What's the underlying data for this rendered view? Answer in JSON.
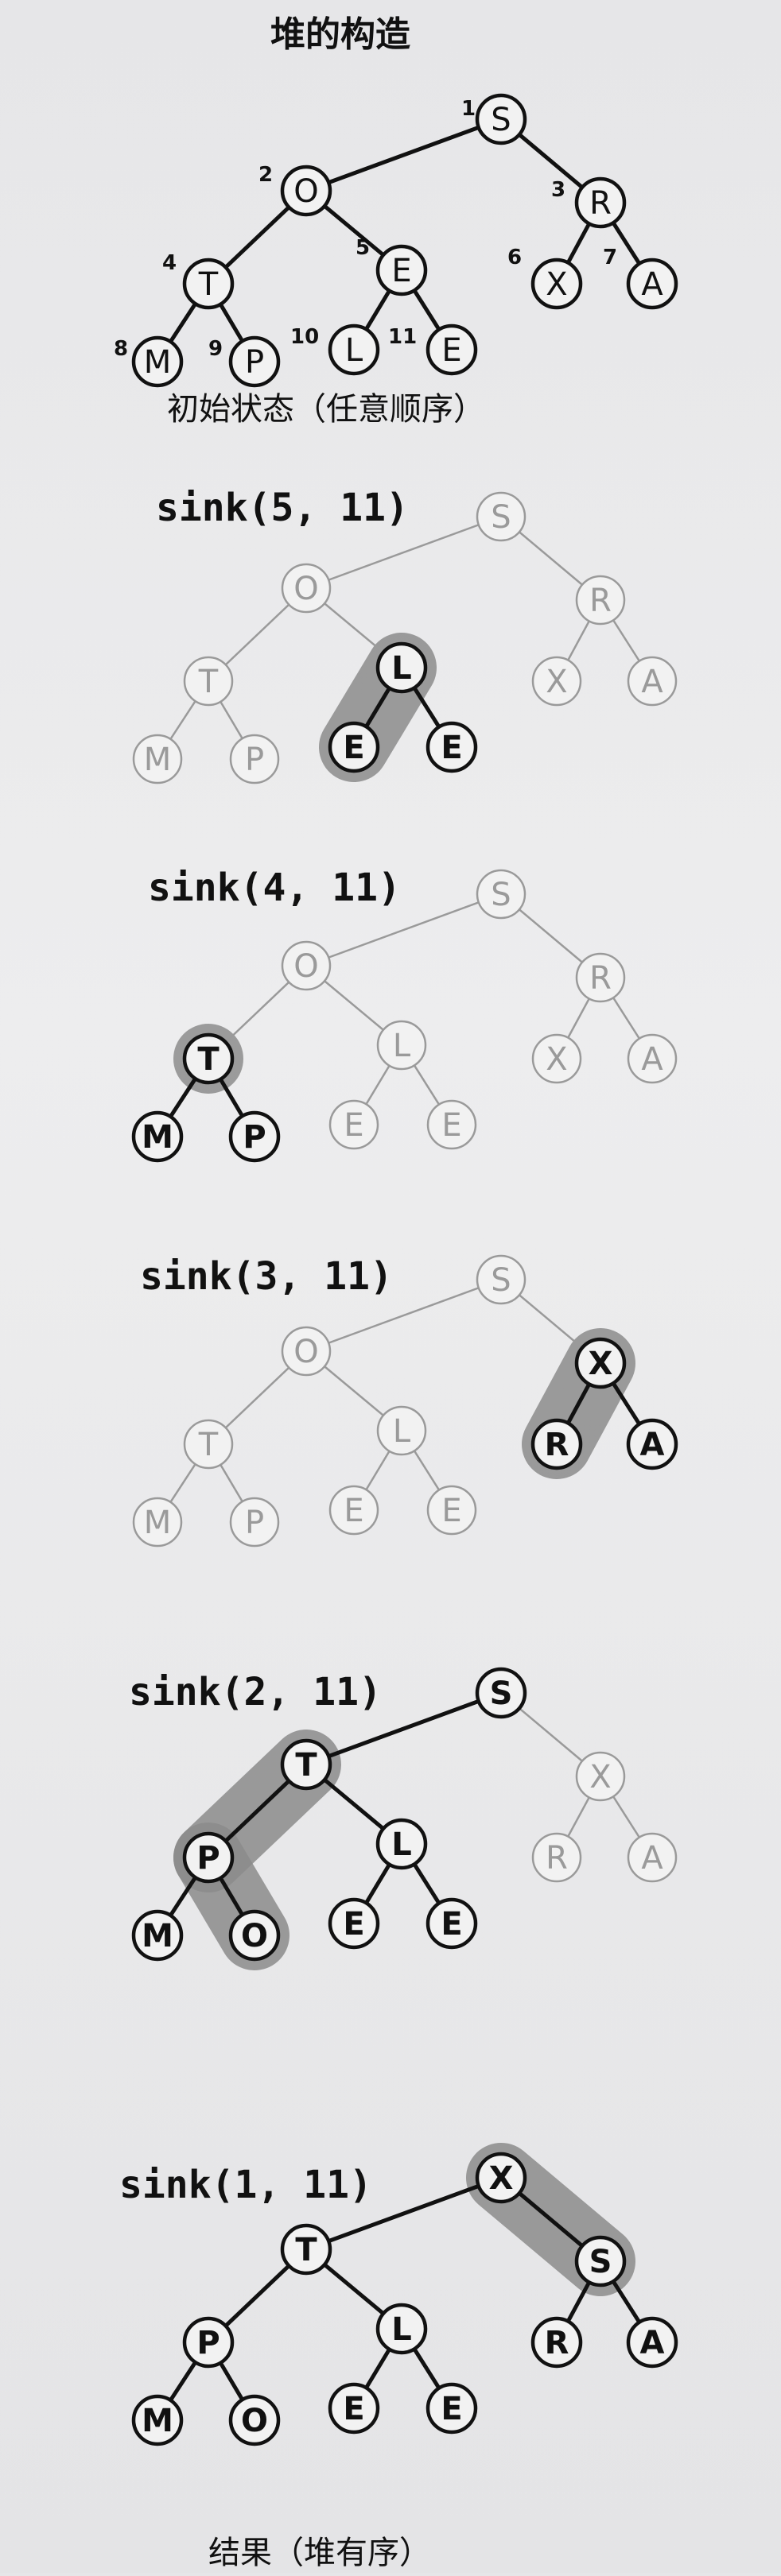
{
  "title": "堆的构造",
  "initial_caption": "初始状态（任意顺序）",
  "result_caption": "结果（堆有序）",
  "colors": {
    "active": "#111111",
    "faded": "#9a9a9a",
    "highlight": "#8c8c8c"
  },
  "panels": [
    {
      "label": "",
      "keys": [
        "S",
        "O",
        "R",
        "T",
        "E",
        "X",
        "A",
        "M",
        "P",
        "L",
        "E"
      ],
      "show_indices": true,
      "active": [
        1,
        2,
        3,
        4,
        5,
        6,
        7,
        8,
        9,
        10,
        11
      ],
      "highlight": []
    },
    {
      "label": "sink(5, 11)",
      "keys": [
        "S",
        "O",
        "R",
        "T",
        "L",
        "X",
        "A",
        "M",
        "P",
        "E",
        "E"
      ],
      "show_indices": false,
      "active": [
        5,
        10,
        11
      ],
      "highlight": [
        5,
        10
      ]
    },
    {
      "label": "sink(4, 11)",
      "keys": [
        "S",
        "O",
        "R",
        "T",
        "L",
        "X",
        "A",
        "M",
        "P",
        "E",
        "E"
      ],
      "show_indices": false,
      "active": [
        4,
        8,
        9
      ],
      "highlight": [
        4
      ]
    },
    {
      "label": "sink(3, 11)",
      "keys": [
        "S",
        "O",
        "X",
        "T",
        "L",
        "R",
        "A",
        "M",
        "P",
        "E",
        "E"
      ],
      "show_indices": false,
      "active": [
        3,
        6,
        7
      ],
      "highlight": [
        3,
        6
      ]
    },
    {
      "label": "sink(2, 11)",
      "keys": [
        "S",
        "T",
        "X",
        "P",
        "L",
        "R",
        "A",
        "M",
        "O",
        "E",
        "E"
      ],
      "show_indices": false,
      "active": [
        1,
        2,
        4,
        5,
        8,
        9,
        10,
        11
      ],
      "highlight": [
        2,
        4,
        9
      ]
    },
    {
      "label": "sink(1, 11)",
      "keys": [
        "X",
        "T",
        "S",
        "P",
        "L",
        "R",
        "A",
        "M",
        "O",
        "E",
        "E"
      ],
      "show_indices": false,
      "active": [
        1,
        2,
        3,
        4,
        5,
        6,
        7,
        8,
        9,
        10,
        11
      ],
      "highlight": [
        1,
        3
      ]
    }
  ]
}
